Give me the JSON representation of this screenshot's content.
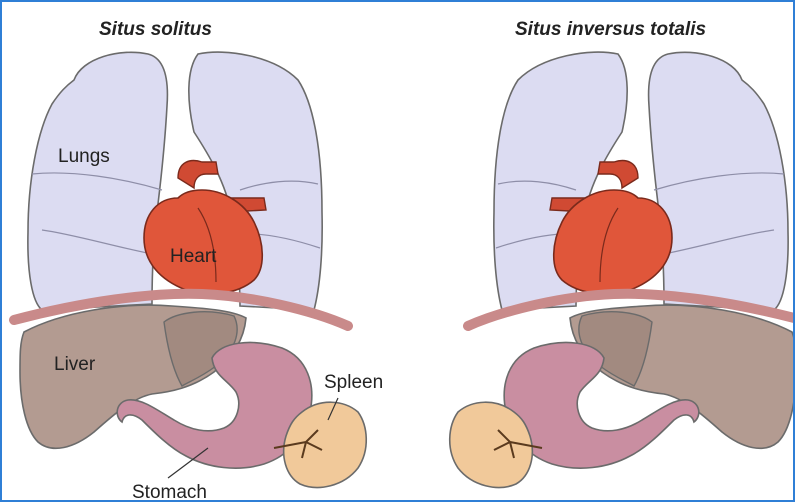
{
  "titles": {
    "left": "Situs solitus",
    "right": "Situs inversus totalis"
  },
  "labels": {
    "lungs": "Lungs",
    "heart": "Heart",
    "liver": "Liver",
    "spleen": "Spleen",
    "stomach": "Stomach"
  },
  "colors": {
    "frame_border": "#2f7fd6",
    "lungs": "#dcdcf2",
    "heart": "#e0563a",
    "diaphragm": "#c98a8a",
    "liver": "#b39b91",
    "stomach": "#c98ea1",
    "spleen": "#f1c99a"
  }
}
